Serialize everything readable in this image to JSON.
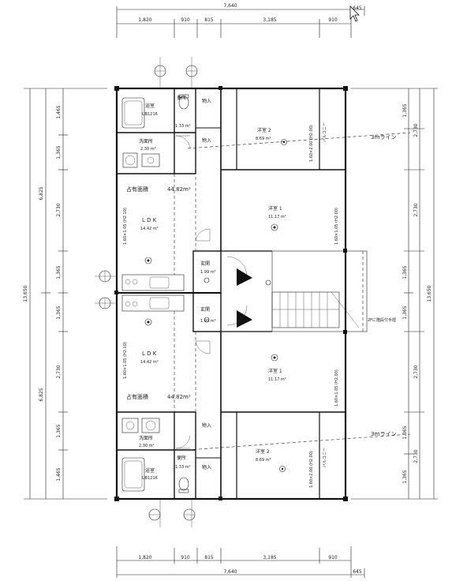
{
  "dimensions": {
    "top_total": "7,640",
    "top_extra": "645",
    "top_segments": [
      "1,820",
      "910",
      "815",
      "3,185",
      "910"
    ],
    "bottom_total": "7,640",
    "bottom_extra": "645",
    "bottom_segments": [
      "1,820",
      "910",
      "815",
      "3,185",
      "910"
    ],
    "left_total": "13,650",
    "left_halves": [
      "6,825",
      "6,825"
    ],
    "left_segments": [
      "1,465",
      "1,365",
      "2,730",
      "1,365",
      "1,365",
      "2,730",
      "1,365",
      "1,465"
    ],
    "right_total": "13,650",
    "right_segments": [
      "1,365",
      "2,730",
      "2,730",
      "1,365",
      "1,365",
      "2,730",
      "1,365",
      "1,365",
      "2,730"
    ]
  },
  "units": {
    "upper": {
      "area_label": "占有面積",
      "area_value": "44.82m²",
      "rooms": [
        {
          "name": "浴室",
          "sub": "UB1216"
        },
        {
          "name": "便所",
          "area": "1.33 m²"
        },
        {
          "name": "物入"
        },
        {
          "name": "物入"
        },
        {
          "name": "洗面所",
          "area": "2.30 m²"
        },
        {
          "name": "洋室 2",
          "area": "8.69 m²",
          "window": "1.60×2.00 (H2.00)",
          "balcony": "バルコニー"
        },
        {
          "name": "洋室 1",
          "area": "11.17 m²",
          "window": "1.60×1.05 (H2.00)"
        },
        {
          "name": "L D K",
          "area": "14.42 m²",
          "window": "1.60×1.05 (H2.10)"
        },
        {
          "name": "玄関",
          "area": "1.99 m²"
        }
      ]
    },
    "lower": {
      "area_label": "占有面積",
      "area_value": "44.82m²",
      "rooms": [
        {
          "name": "玄関",
          "area": "1.99 m²"
        },
        {
          "name": "L D K",
          "area": "14.42 m²",
          "window": "1.60×1.05 (H2.10)"
        },
        {
          "name": "洋室 1",
          "area": "11.17 m²",
          "window": "1.60×1.05 (H2.00)"
        },
        {
          "name": "洗面所",
          "area": "2.30 m²"
        },
        {
          "name": "物入"
        },
        {
          "name": "物入"
        },
        {
          "name": "便所",
          "area": "1.33 m²"
        },
        {
          "name": "浴室",
          "sub": "UB1216"
        },
        {
          "name": "洋室 2",
          "area": "8.69 m²",
          "window": "1.60×2.00 (H2.00)",
          "balcony": "バルコニー"
        }
      ]
    }
  },
  "annotations": {
    "line_upper": "3ｍライン",
    "line_lower": "3ｍライン",
    "stair": "2Fに階段付手摺"
  }
}
